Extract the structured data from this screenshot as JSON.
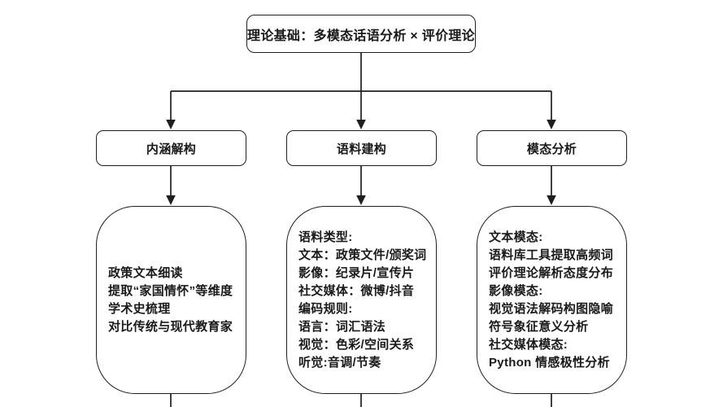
{
  "diagram": {
    "title": "理论基础：多模态话语分析 × 评价理论",
    "colors": {
      "stroke": "#1f1f1f",
      "node_fill": "#ffffff",
      "background": "#ffffff",
      "text": "#1a1a1a"
    },
    "root": {
      "label": "理论基础：多模态话语分析 × 评价理论"
    },
    "branches": [
      {
        "label": "内涵解构",
        "details": [
          "政策文本细读",
          "提取“家国情怀”等维度",
          "学术史梳理",
          "对比传统与现代教育家"
        ]
      },
      {
        "label": "语料建构",
        "details": [
          "语料类型:",
          "文本：政策文件/颁奖词",
          "影像：纪录片/宣传片",
          "社交媒体：微博/抖音",
          "编码规则:",
          "语言：词汇语法",
          "视觉：色彩/空间关系",
          "听觉:音调/节奏"
        ]
      },
      {
        "label": "模态分析",
        "details": [
          "文本模态:",
          "语料库工具提取高频词",
          "评价理论解析态度分布",
          "影像模态:",
          "视觉语法解码构图隐喻",
          "符号象征意义分析",
          "社交媒体模态:",
          "Python 情感极性分析"
        ]
      }
    ]
  }
}
